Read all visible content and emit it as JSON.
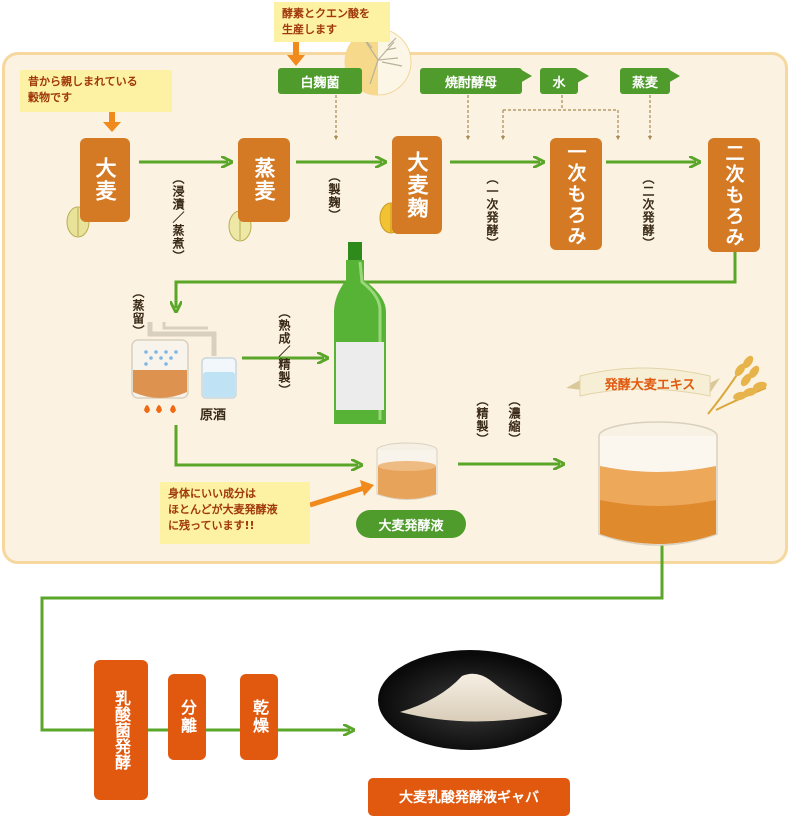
{
  "notes": {
    "yeast": "酵素とクエン酸を\n生産します",
    "barley": "昔から親しまれている\n穀物です",
    "nutrients": "身体にいい成分は\nほとんどが大麦発酵液\nに残っています!!"
  },
  "ingredients": {
    "koji_mold": "白麹菌",
    "shochu_yeast": "焼酎酵母",
    "water": "水",
    "steamed_barley": "蒸麦"
  },
  "stages": {
    "barley": "大麦",
    "steamed": "蒸麦",
    "barley_koji": "大麦麹",
    "first_moromi": "一次もろみ",
    "second_moromi": "二次もろみ"
  },
  "process_labels": {
    "soak_steam": "（浸漬／蒸煮）",
    "koji_making": "（製麹）",
    "first_ferment": "（一次発酵）",
    "second_ferment": "（二次発酵）",
    "distill": "（蒸留）",
    "mature_refine": "（熟成／精製）",
    "refine": "（精製）",
    "concentrate": "（濃縮）"
  },
  "outputs": {
    "raw_spirit": "原酒",
    "ferment_liquid": "大麦発酵液",
    "ribbon": "発酵大麦エキス"
  },
  "bottom_steps": {
    "lactic": "乳酸菌発酵",
    "separate": "分離",
    "dry": "乾燥"
  },
  "final_product": "大麦乳酸発酵液ギャバ",
  "colors": {
    "arrow_green": "#5aa629",
    "pill_green": "#4f9c2c",
    "box_orange": "#d57a24",
    "box_red": "#e0590f",
    "panel_bg": "#fcf2e1",
    "panel_border": "#f6d79e",
    "note_yellow": "#fdf1a4",
    "dotted_brown": "#b08a50"
  }
}
